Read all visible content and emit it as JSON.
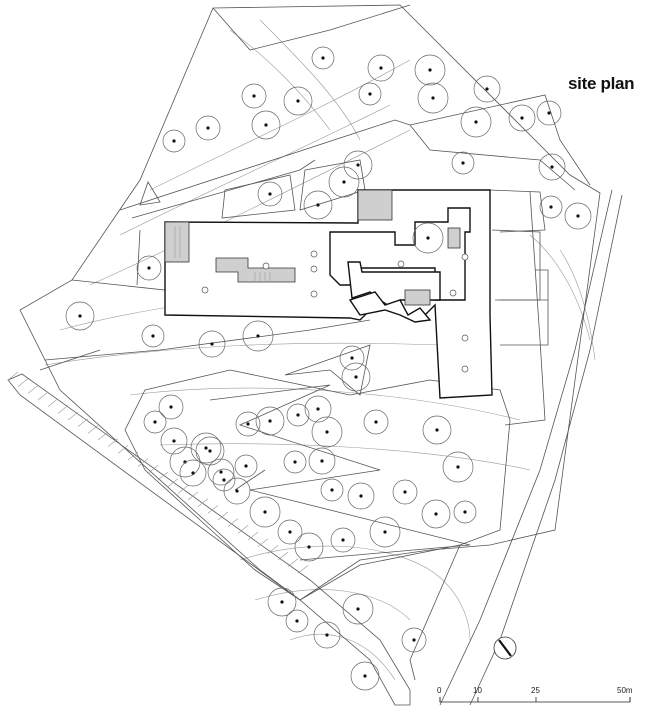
{
  "title": "site plan",
  "scale_bar": {
    "ticks": [
      "0",
      "10",
      "25",
      "50m"
    ],
    "values": [
      0,
      10,
      25,
      50
    ]
  },
  "trees": [
    [
      323,
      58
    ],
    [
      381,
      68
    ],
    [
      430,
      70
    ],
    [
      254,
      96
    ],
    [
      298,
      101
    ],
    [
      370,
      94
    ],
    [
      487,
      89
    ],
    [
      433,
      98
    ],
    [
      208,
      128
    ],
    [
      266,
      125
    ],
    [
      174,
      141
    ],
    [
      522,
      118
    ],
    [
      476,
      122
    ],
    [
      549,
      113
    ],
    [
      358,
      165
    ],
    [
      463,
      163
    ],
    [
      552,
      167
    ],
    [
      344,
      182
    ],
    [
      270,
      194
    ],
    [
      318,
      205
    ],
    [
      551,
      207
    ],
    [
      578,
      216
    ],
    [
      428,
      238
    ],
    [
      149,
      268
    ],
    [
      80,
      316
    ],
    [
      153,
      336
    ],
    [
      212,
      344
    ],
    [
      258,
      336
    ],
    [
      352,
      358
    ],
    [
      356,
      377
    ],
    [
      155,
      422
    ],
    [
      174,
      441
    ],
    [
      185,
      462
    ],
    [
      171,
      407
    ],
    [
      210,
      451
    ],
    [
      224,
      480
    ],
    [
      221,
      472
    ],
    [
      206,
      448
    ],
    [
      248,
      424
    ],
    [
      270,
      421
    ],
    [
      298,
      415
    ],
    [
      318,
      409
    ],
    [
      327,
      432
    ],
    [
      376,
      422
    ],
    [
      437,
      430
    ],
    [
      295,
      462
    ],
    [
      322,
      461
    ],
    [
      458,
      467
    ],
    [
      405,
      492
    ],
    [
      436,
      514
    ],
    [
      465,
      512
    ],
    [
      237,
      491
    ],
    [
      265,
      512
    ],
    [
      290,
      532
    ],
    [
      309,
      547
    ],
    [
      332,
      490
    ],
    [
      361,
      496
    ],
    [
      385,
      532
    ],
    [
      343,
      540
    ],
    [
      282,
      602
    ],
    [
      297,
      621
    ],
    [
      327,
      635
    ],
    [
      358,
      609
    ],
    [
      414,
      640
    ],
    [
      365,
      676
    ],
    [
      246,
      466
    ],
    [
      193,
      473
    ]
  ],
  "small_circles": [
    [
      266,
      266
    ],
    [
      314,
      254
    ],
    [
      314,
      269
    ],
    [
      205,
      290
    ],
    [
      314,
      294
    ],
    [
      401,
      264
    ],
    [
      465,
      257
    ],
    [
      453,
      293
    ],
    [
      465,
      338
    ],
    [
      465,
      369
    ]
  ]
}
